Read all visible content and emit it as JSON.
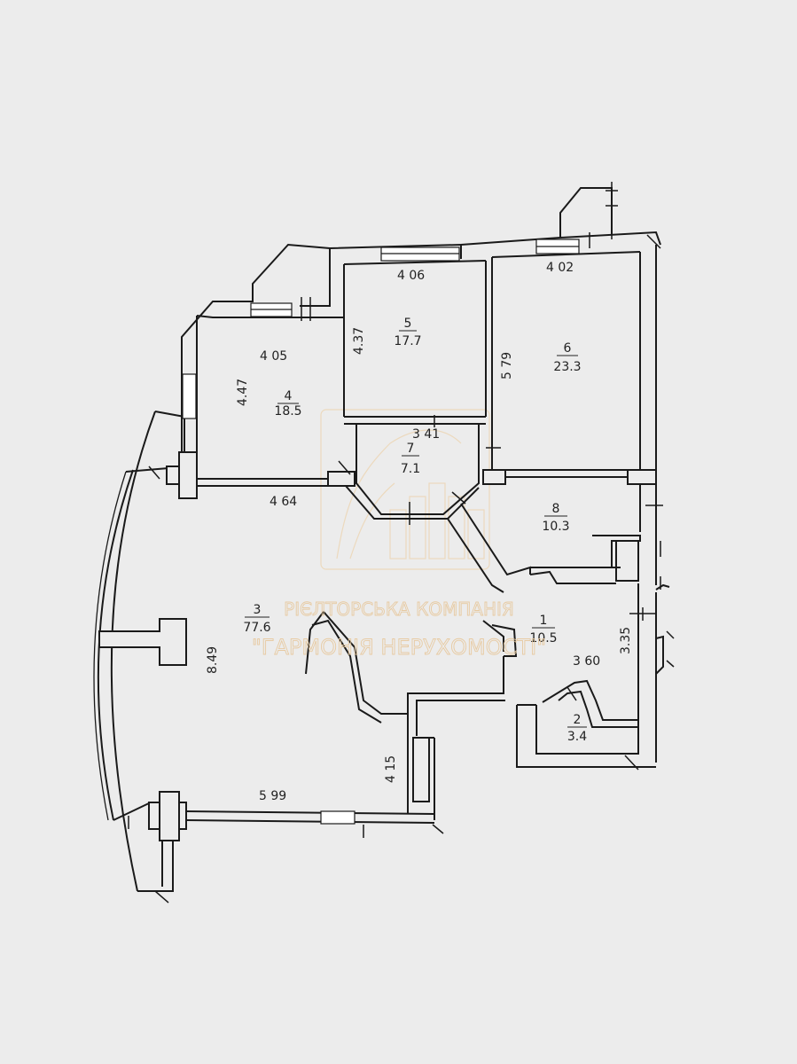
{
  "rooms": [
    {
      "number": "1",
      "area": "10.5"
    },
    {
      "number": "2",
      "area": "3.4"
    },
    {
      "number": "3",
      "area": "77.6"
    },
    {
      "number": "4",
      "area": "18.5"
    },
    {
      "number": "5",
      "area": "17.7"
    },
    {
      "number": "6",
      "area": "23.3"
    },
    {
      "number": "7",
      "area": "7.1"
    },
    {
      "number": "8",
      "area": "10.3"
    }
  ],
  "dimensions": {
    "room5_width": "4 06",
    "room6_width": "4 02",
    "room5_height": "4.37",
    "room6_height": "5 79",
    "room4_width": "4 05",
    "room4_height": "4.47",
    "room7_width": "3 41",
    "room4_bottom": "4 64",
    "room3_height": "8.49",
    "room1_height": "3.35",
    "room1_width": "3 60",
    "corridor_height": "4 15",
    "room3_bottom": "5 99"
  },
  "watermark": {
    "line1": "РІЄЛТОРСЬКА КОМПАНІЯ",
    "line2": "\"ГАРМОНІЯ НЕРУХОМОСТІ\""
  }
}
